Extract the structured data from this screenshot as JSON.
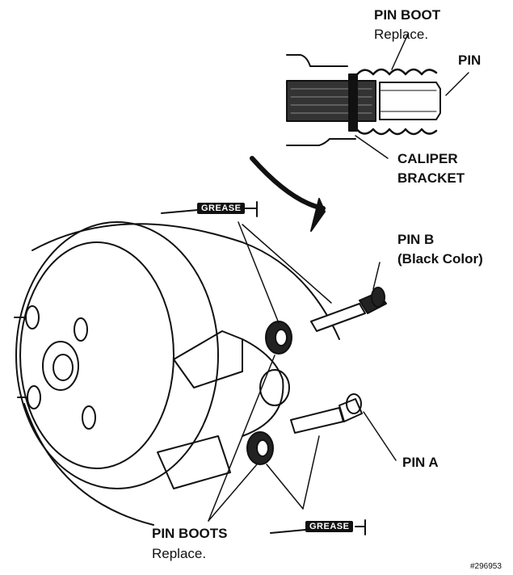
{
  "labels": {
    "pin_boot_title": "PIN BOOT",
    "pin_boot_action": "Replace.",
    "pin": "PIN",
    "caliper_line1": "CALIPER",
    "caliper_line2": "BRACKET",
    "pin_b_line1": "PIN B",
    "pin_b_line2": "(Black Color)",
    "pin_a": "PIN A",
    "pin_boots_title": "PIN BOOTS",
    "pin_boots_action": "Replace.",
    "grease_top": "GREASE",
    "grease_bottom": "GREASE",
    "figure_id": "#296953"
  }
}
